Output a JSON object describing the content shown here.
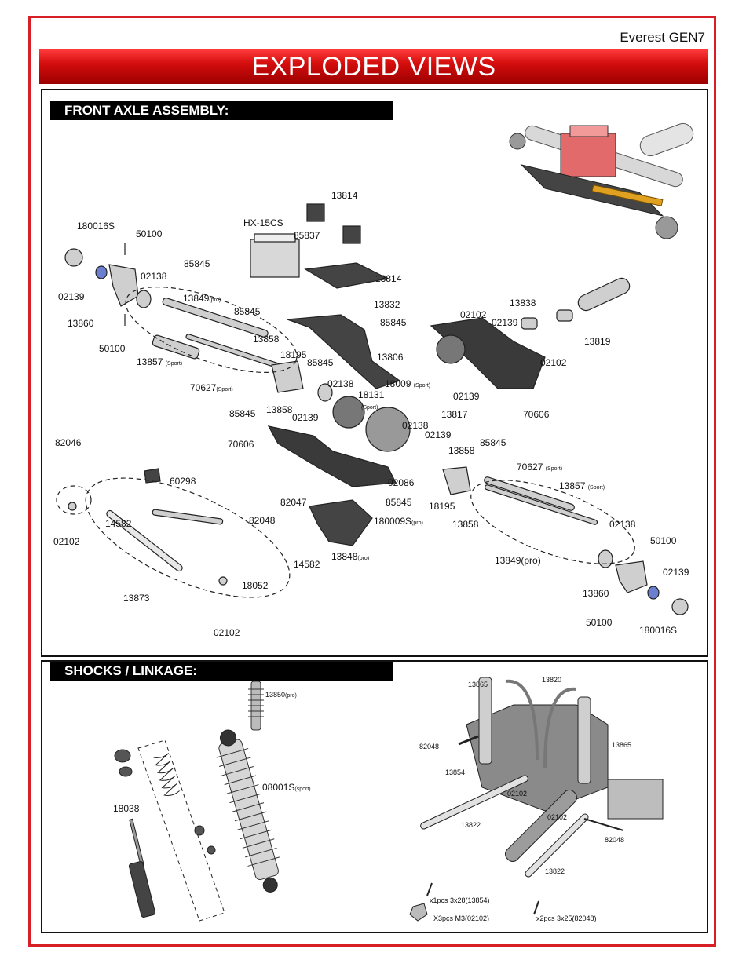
{
  "header": {
    "doc_title": "Everest GEN7",
    "banner_title": "EXPLODED VIEWS"
  },
  "sections": {
    "front_axle": {
      "title": "FRONT AXLE ASSEMBLY:"
    },
    "shocks": {
      "title": "SHOCKS / LINKAGE:"
    }
  },
  "front_labels": [
    "13814",
    "HX-15CS",
    "85837",
    "180016S",
    "50100",
    "85845",
    "13814",
    "02139",
    "02138",
    "13849",
    "(pro)",
    "85845",
    "13832",
    "13860",
    "85845",
    "13838",
    "02102",
    "02139",
    "13819",
    "50100",
    "13858",
    "18195",
    "85845",
    "13806",
    "02102",
    "13857",
    "(Sport)",
    "70627",
    "(Sport)",
    "02138",
    "18131",
    "(Sport)",
    "18009",
    "(Sport)",
    "02139",
    "85845",
    "13858",
    "02139",
    "13817",
    "70606",
    "02138",
    "70606",
    "82046",
    "02139",
    "13858",
    "85845",
    "60298",
    "70627",
    "(Sport)",
    "02086",
    "13857",
    "(Sport)",
    "82047",
    "85845",
    "18195",
    "13858",
    "82048",
    "14582",
    "02102",
    "180009S",
    "(pro)",
    "02138",
    "50100",
    "14582",
    "13848",
    "(pro)",
    "13849(pro)",
    "02139",
    "18052",
    "13860",
    "13873",
    "50100",
    "180016S",
    "02102"
  ],
  "shock_labels": {
    "pro_shock": "13850",
    "pro_tag": "(pro)",
    "sport_shock": "08001S",
    "sport_tag": "(sport)",
    "parts": "18038"
  },
  "linkage_labels": {
    "shock_mount_left": "13865",
    "links_upper": "13820",
    "screw_left": "82048",
    "shock_mount_right": "13865",
    "mount": "13854",
    "nut_center": "02102",
    "link_left": "13822",
    "nut_right": "02102",
    "screw_right": "82048",
    "link_lower": "13822"
  },
  "hardware": {
    "item1": "x1pcs   3x28(13854)",
    "item2": "X3pcs  M3(02102)",
    "item3": "x2pcs   3x25(82048)"
  },
  "colors": {
    "frame_red": "#d91f26",
    "banner_red": "#d40d0d",
    "servo_pink": "#e36a6a",
    "axle_gold": "#e0a020"
  }
}
